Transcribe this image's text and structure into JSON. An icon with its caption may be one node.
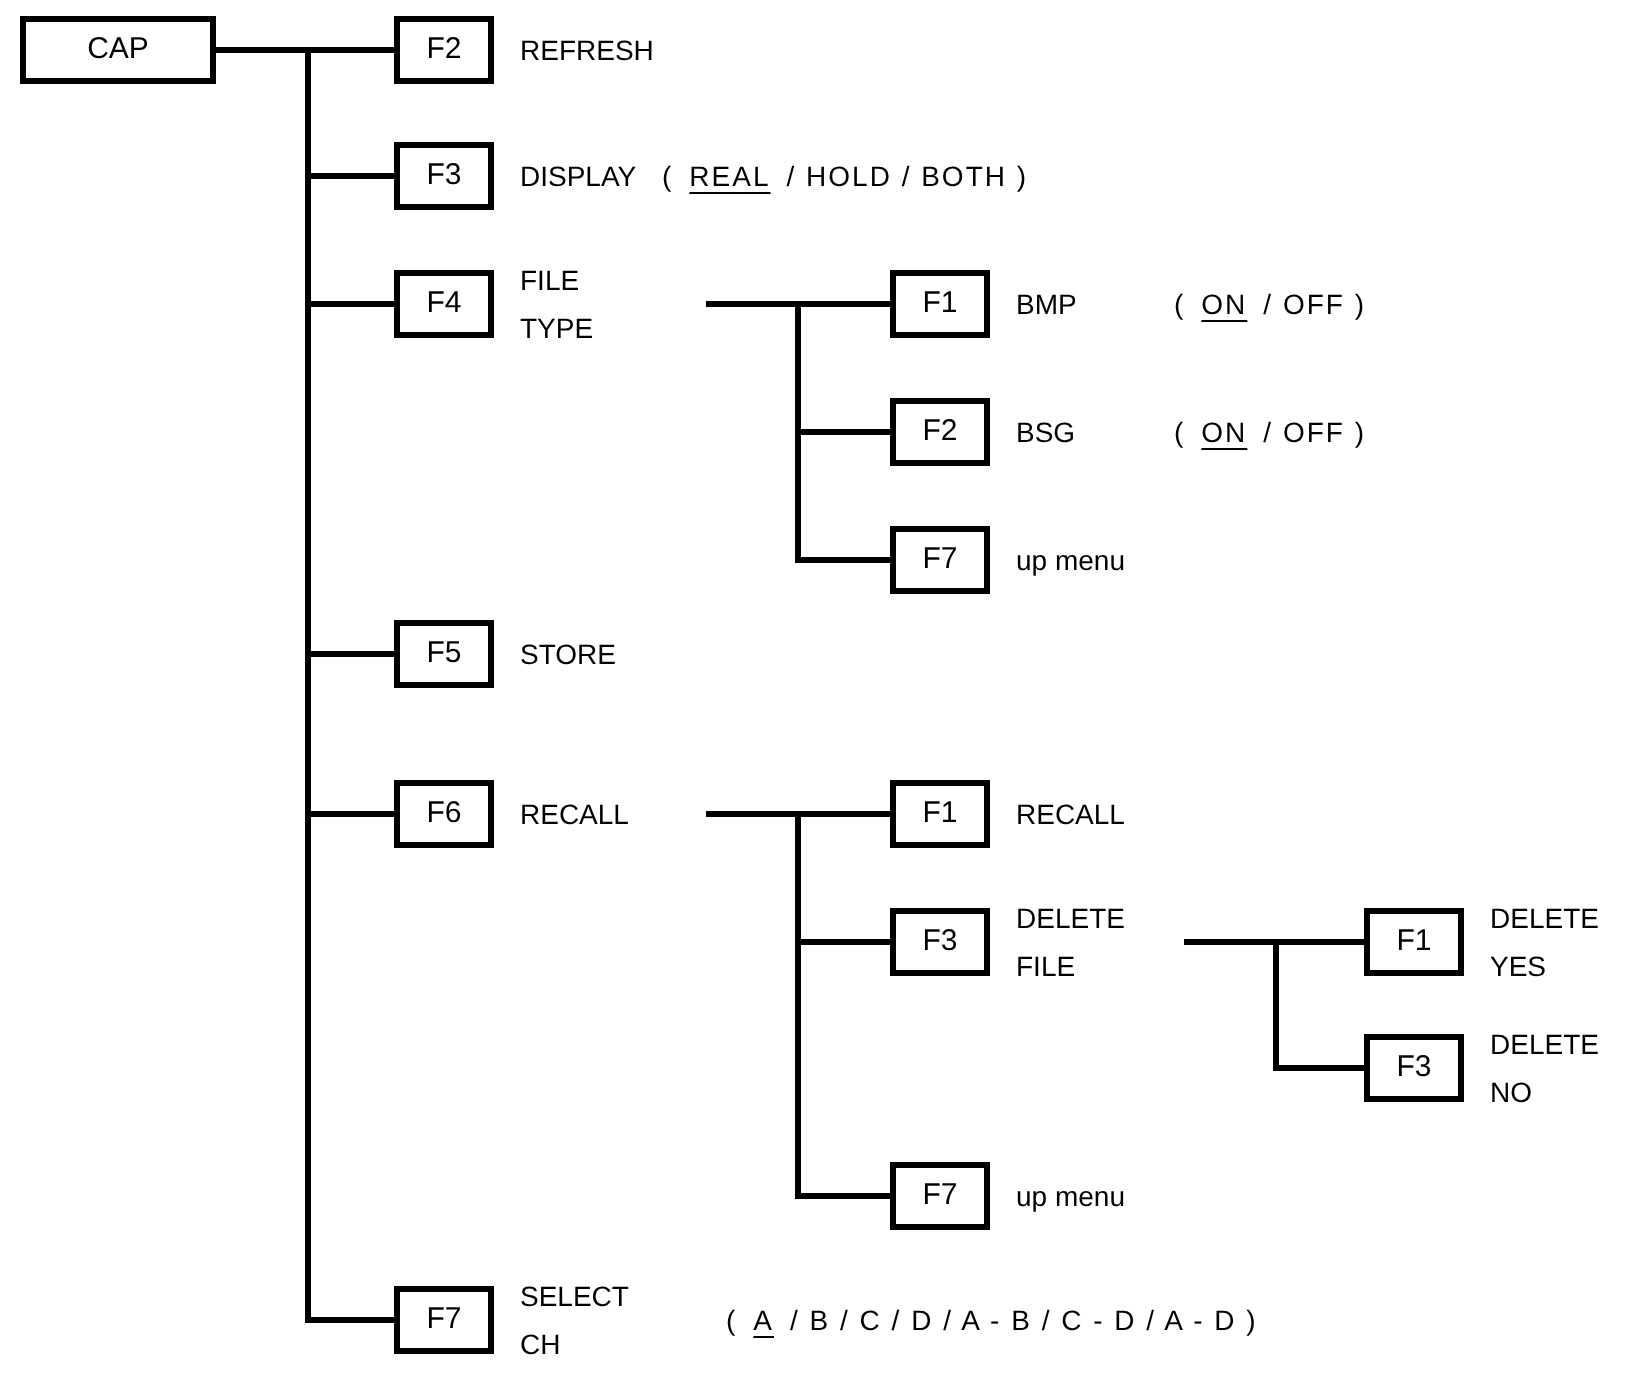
{
  "diagram": {
    "nodes": [
      {
        "text": [
          "CAP"
        ]
      },
      {
        "text": [
          "F2",
          "REFRESH"
        ]
      },
      {
        "text": [
          "F3",
          "DISPLAY"
        ],
        "beside": [
          "(",
          "REAL",
          "/ HOLD / BOTH )"
        ]
      },
      {
        "text": [
          "F4",
          "FILE TYPE"
        ]
      },
      {
        "text": [
          "F1",
          "BMP"
        ],
        "beside": [
          "(",
          "ON",
          "/ OFF )"
        ]
      },
      {
        "text": [
          "F2",
          "BSG"
        ],
        "beside": [
          "(",
          "ON",
          "/ OFF )"
        ]
      },
      {
        "text": [
          "F7",
          "up menu"
        ]
      },
      {
        "text": [
          "F5",
          "STORE"
        ]
      },
      {
        "text": [
          "F6",
          "RECALL"
        ]
      },
      {
        "text": [
          "F1",
          "RECALL"
        ]
      },
      {
        "text": [
          "F3",
          "DELETE FILE"
        ]
      },
      {
        "text": [
          "F1",
          "DELETE YES"
        ]
      },
      {
        "text": [
          "F3",
          "DELETE NO"
        ]
      },
      {
        "text": [
          "F7",
          "up menu"
        ]
      },
      {
        "text": [
          "F7",
          "SELECT CH"
        ],
        "beside": [
          "(",
          "A",
          "/ B / C / D / A - B / C - D / A - D )"
        ]
      }
    ],
    "edges": [
      {
        "from": 0,
        "to": 1,
        "arrow": "none"
      },
      {
        "from": 0,
        "to": 2,
        "arrow": "none"
      },
      {
        "from": 0,
        "to": 3,
        "arrow": "none"
      },
      {
        "from": 3,
        "to": 4,
        "arrow": "none"
      },
      {
        "from": 3,
        "to": 5,
        "arrow": "none"
      },
      {
        "from": 3,
        "to": 6,
        "arrow": "none"
      },
      {
        "from": 0,
        "to": 7,
        "arrow": "none"
      },
      {
        "from": 0,
        "to": 8,
        "arrow": "none"
      },
      {
        "from": 8,
        "to": 9,
        "arrow": "none"
      },
      {
        "from": 8,
        "to": 10,
        "arrow": "none"
      },
      {
        "from": 10,
        "to": 11,
        "arrow": "none"
      },
      {
        "from": 10,
        "to": 12,
        "arrow": "none"
      },
      {
        "from": 8,
        "to": 13,
        "arrow": "none"
      },
      {
        "from": 0,
        "to": 14,
        "arrow": "none"
      }
    ]
  }
}
